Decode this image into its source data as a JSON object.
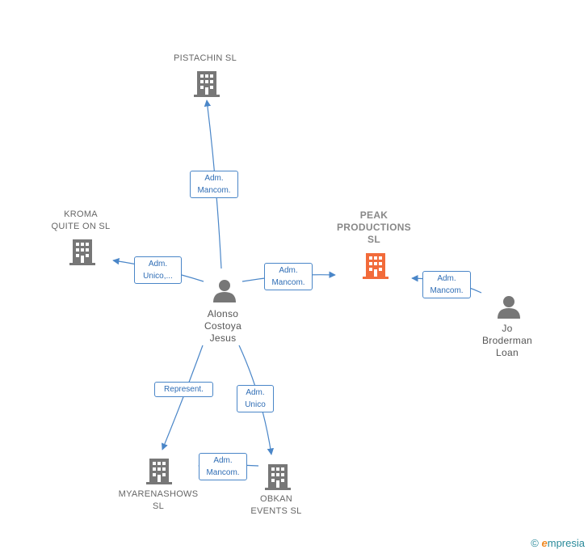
{
  "colors": {
    "edge": "#4a86c8",
    "building": "#777777",
    "building_focus": "#f26b3a",
    "person": "#777777"
  },
  "nodes": {
    "pistachin": {
      "lines": [
        "PISTACHIN  SL"
      ],
      "icon": "building-icon"
    },
    "kroma": {
      "lines": [
        "KROMA",
        "QUITE ON  SL"
      ],
      "icon": "building-icon"
    },
    "peak": {
      "lines": [
        "PEAK",
        "PRODUCTIONS",
        "SL"
      ],
      "icon": "building-icon"
    },
    "myarena": {
      "lines": [
        "MYARENASHOWS",
        "SL"
      ],
      "icon": "building-icon"
    },
    "obkan": {
      "lines": [
        "OBKAN",
        "EVENTS  SL"
      ],
      "icon": "building-icon"
    },
    "alonso": {
      "lines": [
        "Alonso",
        "Costoya",
        "Jesus"
      ],
      "icon": "person-icon"
    },
    "jo": {
      "lines": [
        "Jo",
        "Broderman",
        "Loan"
      ],
      "icon": "person-icon"
    }
  },
  "edges": {
    "alonso_pistachin": [
      "Adm.",
      "Mancom."
    ],
    "alonso_kroma": [
      "Adm.",
      "Unico,..."
    ],
    "alonso_peak": [
      "Adm.",
      "Mancom."
    ],
    "jo_peak": [
      "Adm.",
      "Mancom."
    ],
    "alonso_myarena": [
      "Represent."
    ],
    "alonso_obkan": [
      "Adm.",
      "Unico"
    ],
    "obkan_myarena": [
      "Adm.",
      "Mancom."
    ]
  },
  "footer": {
    "copyright": "©",
    "brand_initial": "e",
    "brand_rest": "mpresia"
  }
}
